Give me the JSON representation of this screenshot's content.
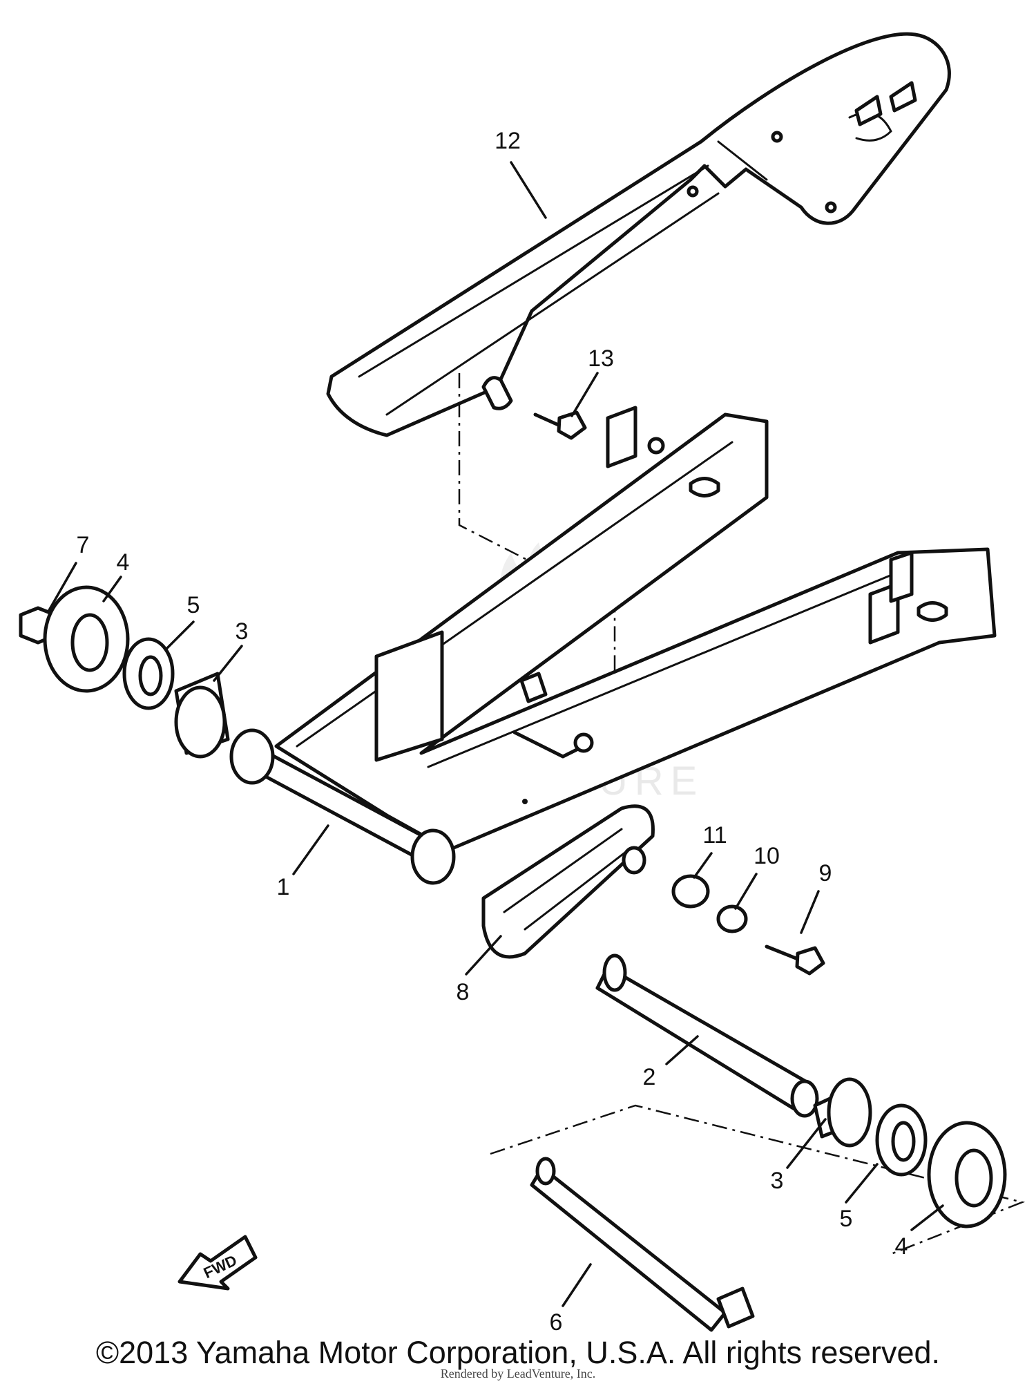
{
  "diagram": {
    "callouts": {
      "c1": "1",
      "c2": "2",
      "c3a": "3",
      "c3b": "3",
      "c4a": "4",
      "c4b": "4",
      "c5a": "5",
      "c5b": "5",
      "c6": "6",
      "c7": "7",
      "c8": "8",
      "c9": "9",
      "c10": "10",
      "c11": "11",
      "c12": "12",
      "c13": "13"
    },
    "fwd_label": "FWD",
    "watermark": "LEADVENTURE"
  },
  "footer": {
    "copyright": "©2013 Yamaha Motor Corporation, U.S.A. All rights reserved.",
    "rendered_by": "Rendered by LeadVenture, Inc."
  }
}
